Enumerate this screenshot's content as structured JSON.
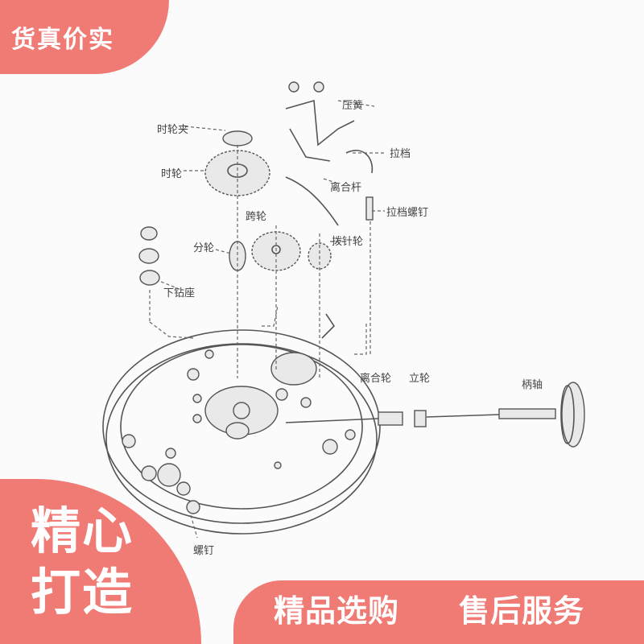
{
  "badge_top": "货真价实",
  "corner_lines": [
    "精心",
    "打造"
  ],
  "bottom_bar": {
    "left": "精品选购",
    "right": "售后服务"
  },
  "labels": {
    "shilunjia": "时轮夹",
    "shilun": "时轮",
    "yalian": "压簧",
    "ladang": "拉档",
    "lihegan": "离合杆",
    "ladangluoding": "拉档螺钉",
    "kualun": "跨轮",
    "fenlun": "分轮",
    "bozhenlun": "拨针轮",
    "xiazhenzuan": "下钻座",
    "lihelun": "离合轮",
    "lilun": "立轮",
    "bingzhou": "柄轴",
    "luoding": "螺钉"
  }
}
